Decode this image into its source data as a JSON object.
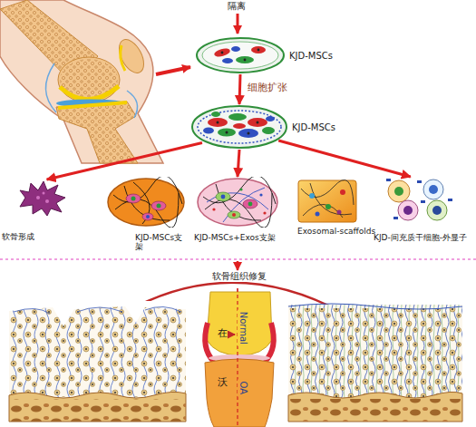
{
  "diagram": {
    "nodes": [
      {
        "text": [
          "KJD-MSCs"
        ]
      },
      {
        "text": [
          "KJD-MSCs"
        ]
      },
      {
        "text": [
          "软骨形成"
        ]
      },
      {
        "text": [
          "KJD-MSCs支架"
        ]
      },
      {
        "text": [
          "KJD-MSCs+Exos支架"
        ]
      },
      {
        "text": [
          "Exosomal-scaffolds"
        ]
      },
      {
        "text": [
          "KJD-间充质干细胞-外显子"
        ]
      }
    ],
    "edges": [
      {
        "from": 0,
        "to": 1,
        "arrow": "to",
        "label": "细胞扩张"
      },
      {
        "from": 1,
        "to": 2,
        "arrow": "to"
      },
      {
        "from": 1,
        "to": 4,
        "arrow": "to"
      },
      {
        "from": 1,
        "to": 6,
        "arrow": "to"
      }
    ],
    "labels": [
      "隔离",
      "软骨组织修复",
      "在",
      "Normal",
      "沃",
      "OA"
    ]
  }
}
